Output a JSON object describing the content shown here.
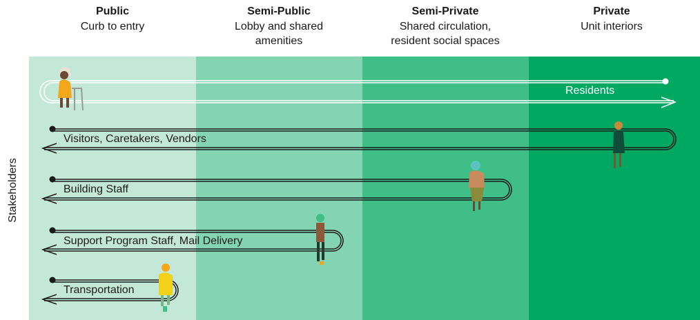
{
  "zones": [
    {
      "name": "Public",
      "description_lines": [
        "Curb to entry"
      ],
      "color": "#c4e8d8"
    },
    {
      "name": "Semi-Public",
      "description_lines": [
        "Lobby and shared",
        "amenities"
      ],
      "color": "#83d4b2"
    },
    {
      "name": "Semi-Private",
      "description_lines": [
        "Shared circulation,",
        "resident social spaces"
      ],
      "color": "#3fbe88"
    },
    {
      "name": "Private",
      "description_lines": [
        "Unit interiors"
      ],
      "color": "#00a862"
    }
  ],
  "axis_label": "Stakeholders",
  "stakeholders": [
    {
      "label": "Residents",
      "reach_zone": "Private",
      "label_color": "#ffffff"
    },
    {
      "label": "Visitors, Caretakers, Vendors",
      "reach_zone": "Private",
      "label_color": "#1a1a1a"
    },
    {
      "label": "Building Staff",
      "reach_zone": "Semi-Private",
      "label_color": "#1a1a1a"
    },
    {
      "label": "Support Program Staff, Mail Delivery",
      "reach_zone": "Semi-Public",
      "label_color": "#1a1a1a"
    },
    {
      "label": "Transportation",
      "reach_zone": "Public",
      "label_color": "#1a1a1a"
    }
  ],
  "people_icons": [
    "elderly-woman-walker-icon",
    "woman-walking-icon",
    "woman-walking-icon",
    "man-walking-icon",
    "person-yellow-coat-icon"
  ]
}
